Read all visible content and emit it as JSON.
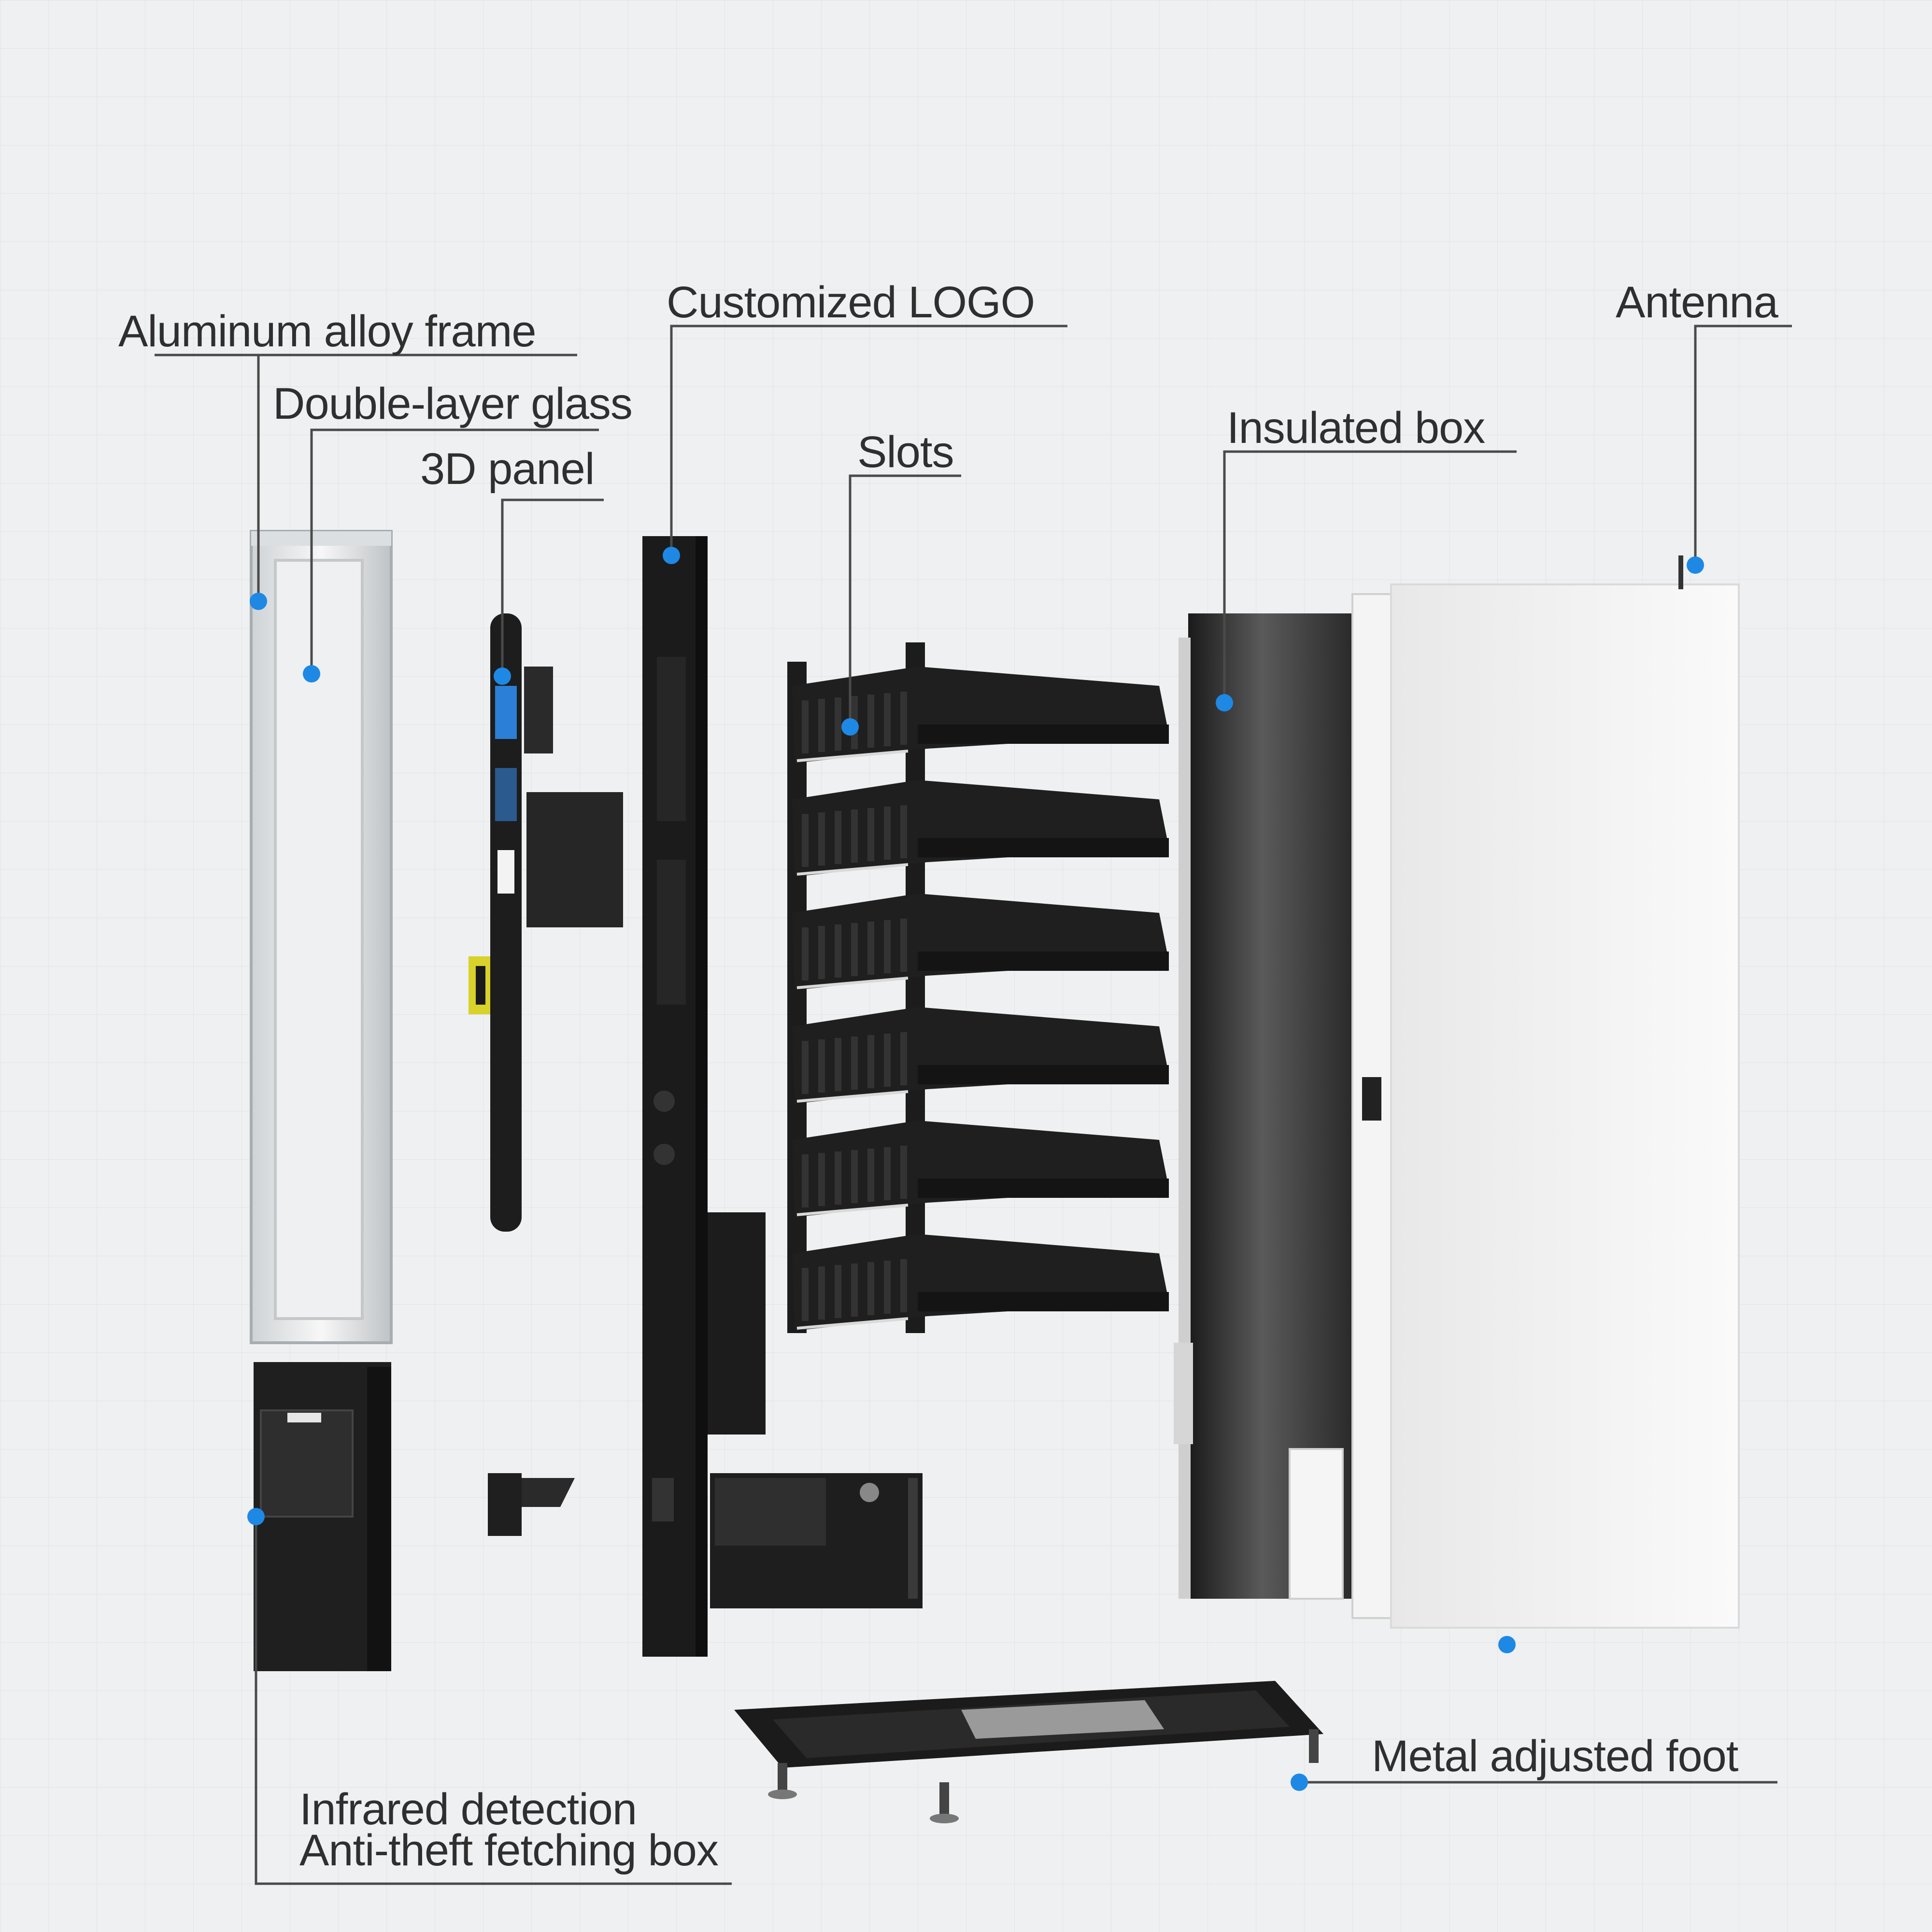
{
  "labels": {
    "aluminum_frame": "Aluminum alloy frame",
    "double_glass": "Double-layer glass",
    "panel_3d": "3D panel",
    "custom_logo": "Customized LOGO",
    "slots": "Slots",
    "insulated_box": "Insulated box",
    "antenna": "Antenna",
    "metal_foot": "Metal adjusted foot",
    "infrared_line1": "Infrared detection",
    "infrared_line2": "Anti-theft fetching box"
  },
  "colors": {
    "background": "#eef0f1",
    "grid": "#e2e5e7",
    "leader": "#4a4a4a",
    "marker": "#1e88e5",
    "part_dark": "#1c1c1c",
    "part_light": "#f2f2f2"
  }
}
